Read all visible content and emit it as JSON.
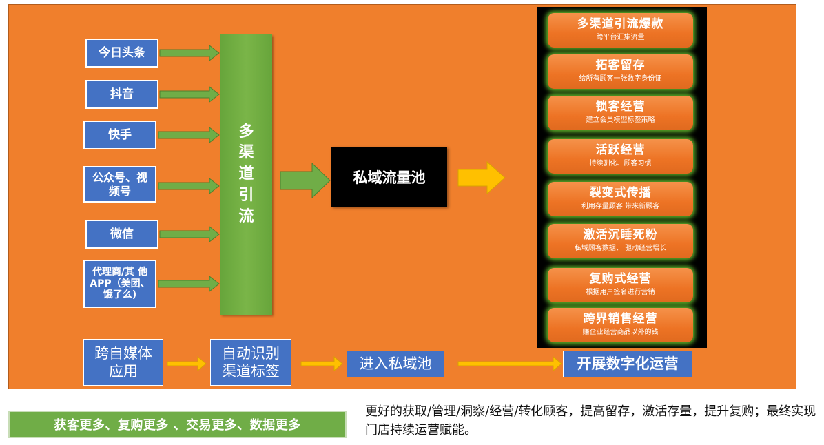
{
  "sources": [
    {
      "label": "今日头条"
    },
    {
      "label": "抖音"
    },
    {
      "label": "快手"
    },
    {
      "label": "公众号、视频号"
    },
    {
      "label": "微信"
    },
    {
      "label": "代理商/其 他 APP（美团、饿了么)"
    }
  ],
  "main_channel": {
    "label": "多渠道引流"
  },
  "pool": {
    "label": "私域流量池"
  },
  "strategies": [
    {
      "title": "多渠道引流爆款",
      "subtitle": "跨平台汇集流量"
    },
    {
      "title": "拓客留存",
      "subtitle": "给所有顾客一张数字身份证"
    },
    {
      "title": "锁客经营",
      "subtitle": "建立会员模型标签策略"
    },
    {
      "title": "活跃经营",
      "subtitle": "持续驯化、顾客习惯"
    },
    {
      "title": "裂变式传播",
      "subtitle": "利用存量顾客 带来新顾客"
    },
    {
      "title": "激活沉睡死粉",
      "subtitle": "私域顾客数据、 驱动经营增长"
    },
    {
      "title": "复购式经营",
      "subtitle": "根据用户签名进行营销"
    },
    {
      "title": "跨界销售经营",
      "subtitle": "赚企业经营商品以外的钱"
    }
  ],
  "process": [
    {
      "label": "跨自媒体应用"
    },
    {
      "label": "自动识别渠道标签"
    },
    {
      "label": "进入私域池"
    },
    {
      "label": "开展数字化运营"
    }
  ],
  "bottom_tag": "获客更多、复购更多 、交易更多、数据更多",
  "bottom_note": "更好的获取/管理/洞察/经营/转化顾客，提高留存，激活存量，提升复购；最终实现门店持续运营赋能。",
  "colors": {
    "panel": "#f07f2c",
    "source_box": "#4472c4",
    "green": "#70ad47",
    "arrow_yellow": "#ffc000",
    "pool": "#000000"
  }
}
